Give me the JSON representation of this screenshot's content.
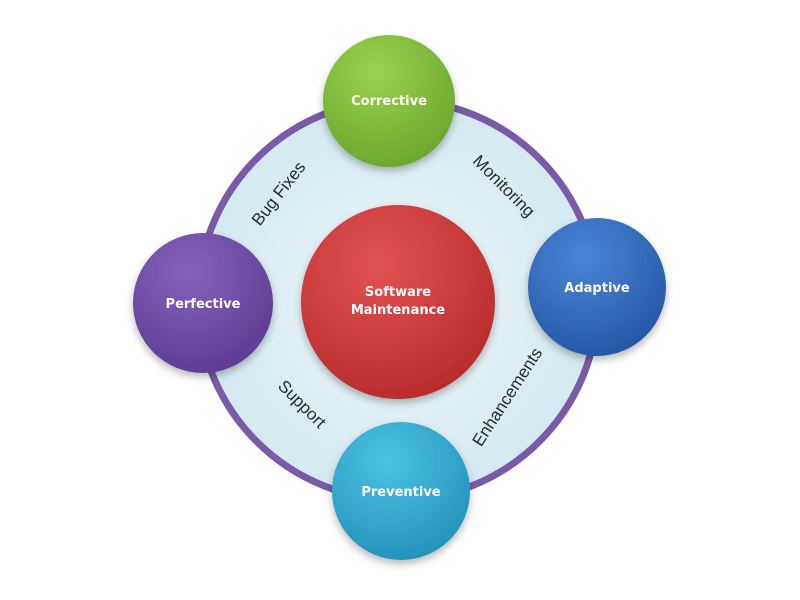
{
  "diagram": {
    "center": {
      "line1": "Software",
      "line2": "Maintenance",
      "color": "#d23a3a"
    },
    "nodes": {
      "top": {
        "label": "Corrective",
        "color": "#7cb83a"
      },
      "right": {
        "label": "Adaptive",
        "color": "#2f6cc0"
      },
      "bottom": {
        "label": "Preventive",
        "color": "#2fa9cf"
      },
      "left": {
        "label": "Perfective",
        "color": "#6e4aa3"
      }
    },
    "ring_labels": {
      "top_left": "Bug Fixes",
      "top_right": "Monitoring",
      "bottom_right": "Enhancements",
      "bottom_left": "Support"
    },
    "ring": {
      "fill": "#d8ecf3",
      "stroke": "#7a5aa6"
    }
  }
}
